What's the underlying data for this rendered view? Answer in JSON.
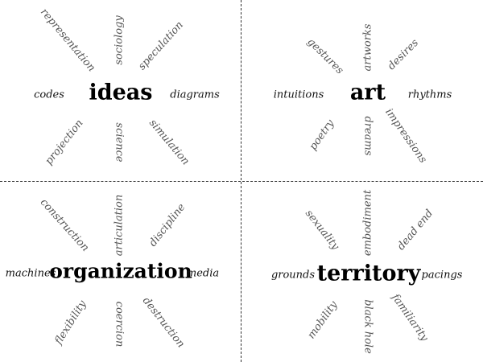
{
  "quadrants": [
    {
      "center": "ideas",
      "words": {
        "top_left": "representation",
        "top": "sociology",
        "top_right": "speculation",
        "left": "codes",
        "right": "diagrams",
        "bottom_left": "projection",
        "bottom": "science",
        "bottom_right": "simulation"
      }
    },
    {
      "center": "art",
      "words": {
        "top_left": "gestures",
        "top": "artworks",
        "top_right": "desires",
        "left": "intuitions",
        "right": "rhythms",
        "bottom_left": "poetry",
        "bottom": "dreams",
        "bottom_right": "impressions"
      }
    },
    {
      "center": "organization",
      "words": {
        "top_left": "construction",
        "top": "articulation",
        "top_right": "discipline",
        "left": "machines",
        "right": "media",
        "bottom_left": "flexibility",
        "bottom": "coercion",
        "bottom_right": "destruction"
      }
    },
    {
      "center": "territory",
      "words": {
        "top_left": "sexuality",
        "top": "embodiment",
        "top_right": "dead end",
        "left": "grounds",
        "right": "pacings",
        "bottom_left": "mobility",
        "bottom": "black hole",
        "bottom_right": "familiarity"
      }
    }
  ]
}
